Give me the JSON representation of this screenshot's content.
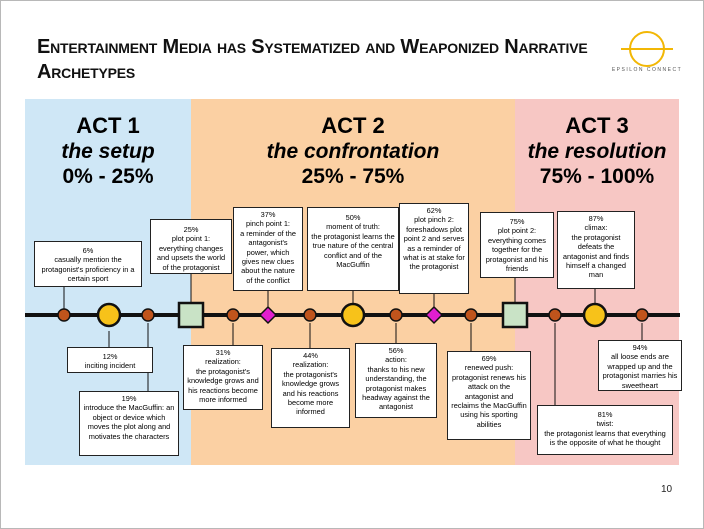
{
  "title": "Entertainment Media has Systematized and Weaponized Narrative Archetypes",
  "logo": {
    "text": "EPSILON CONNECT"
  },
  "acts": [
    {
      "name": "ACT 1",
      "subtitle": "the setup",
      "range": "0% - 25%",
      "color": "#cfe7f6"
    },
    {
      "name": "ACT 2",
      "subtitle": "the confrontation",
      "range": "25% - 75%",
      "color": "#fbd0a3"
    },
    {
      "name": "ACT 3",
      "subtitle": "the resolution",
      "range": "75% - 100%",
      "color": "#f7c7c4"
    }
  ],
  "notes": [
    {
      "text": "6%\ncasually mention the protagonist's proficiency in a certain sport"
    },
    {
      "text": "12%\ninciting incident"
    },
    {
      "text": "19%\nintroduce the MacGuffin: an object or device which moves the plot along and motivates the characters"
    },
    {
      "text": "25%\nplot point 1:\neverything changes and upsets the world of the protagonist"
    },
    {
      "text": "31%\nrealization:\nthe protagonist's knowledge grows and his reactions become more informed"
    },
    {
      "text": "37%\npinch point 1:\na reminder of the antagonist's power, which gives new clues about the nature of the conflict"
    },
    {
      "text": "44%\nrealization:\nthe protagonist's knowledge grows and his reactions become more informed"
    },
    {
      "text": "50%\nmoment of truth:\nthe protagonist learns the true nature of the central conflict and of the MacGuffin"
    },
    {
      "text": "56%\naction:\nthanks to his new understanding, the protagonist makes headway against the antagonist"
    },
    {
      "text": "62%\nplot pinch 2:\nforeshadows plot point 2 and serves as a reminder of what is at stake for the protagonist"
    },
    {
      "text": "69%\nrenewed push:\nprotagonist renews his attack on the antagonist and reclaims the MacGuffin using his sporting abilities"
    },
    {
      "text": "75%\nplot point 2:\neverything comes together for the protagonist and his friends"
    },
    {
      "text": "81%\ntwist:\nthe protagonist learns that everything is the opposite of what he thought"
    },
    {
      "text": "87%\nclimax:\nthe protagonist defeats the antagonist and finds himself a changed man"
    },
    {
      "text": "94%\nall loose ends are wrapped up and the protagonist marries his sweetheart"
    }
  ],
  "colors": {
    "timeline": "#111111",
    "small_marker": "#c0541c",
    "major_marker": "#f7c21a",
    "plot_point_marker": "#c9e3c6",
    "pinch_marker": "#e11ecf",
    "logo": "#f2b705"
  },
  "page_number": "10"
}
